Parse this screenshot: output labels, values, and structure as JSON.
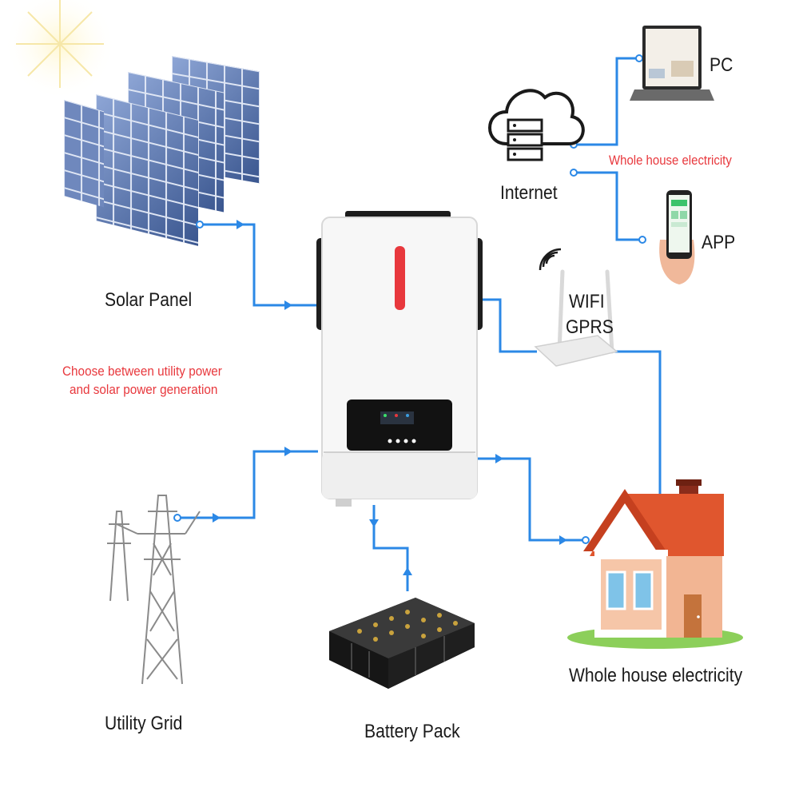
{
  "diagram": {
    "nodes": {
      "solar_panel": "Solar Panel",
      "utility_grid": "Utility Grid",
      "battery_pack": "Battery Pack",
      "house": "Whole house electricity",
      "internet": "Internet",
      "pc": "PC",
      "app": "APP",
      "wifi_line1": "WIFI",
      "wifi_line2": "GPRS"
    },
    "notes": {
      "choose_line1": "Choose between utility power",
      "choose_line2": "and solar power generation",
      "whole_house_red": "Whole house electricity"
    },
    "edges": [
      {
        "from": "solar_panel",
        "to": "inverter"
      },
      {
        "from": "utility_grid",
        "to": "inverter"
      },
      {
        "from": "inverter",
        "to": "battery_pack"
      },
      {
        "from": "inverter",
        "to": "house"
      },
      {
        "from": "inverter",
        "to": "wifi"
      },
      {
        "from": "wifi",
        "to": "house"
      },
      {
        "from": "internet",
        "to": "pc"
      },
      {
        "from": "internet",
        "to": "app"
      }
    ],
    "colors": {
      "connector": "#2b88e6",
      "accent_red": "#e8383d",
      "inverter_body": "#f7f7f7",
      "panel_blue": "#3d5fa3",
      "roof": "#e0562e",
      "house_wall": "#f6c6a8",
      "text": "#1a1a1a"
    }
  }
}
